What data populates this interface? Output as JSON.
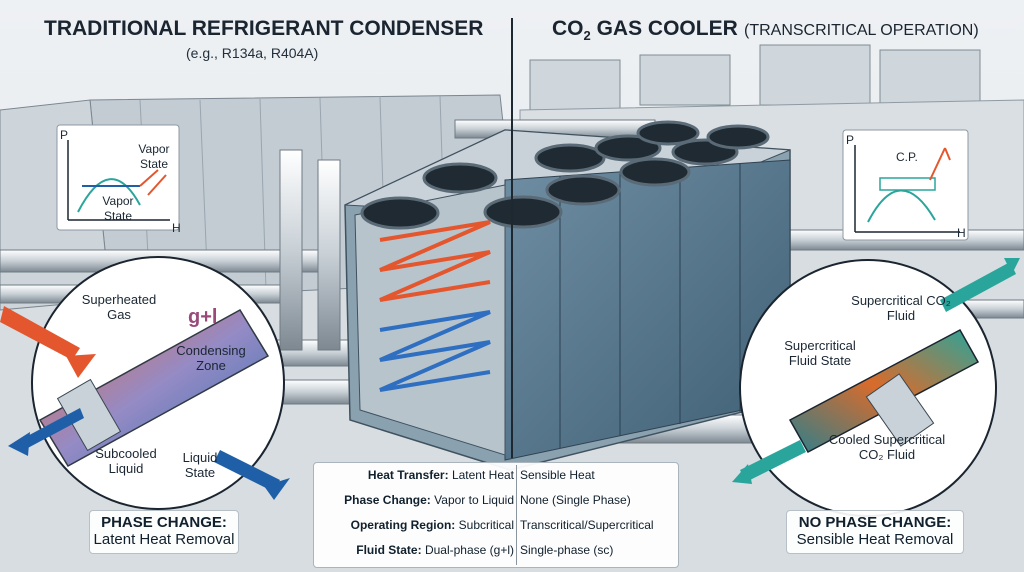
{
  "left": {
    "title": "TRADITIONAL REFRIGERANT CONDENSER",
    "subtitle": "(e.g., R134a, R404A)",
    "chart": {
      "y_axis": "P",
      "x_axis": "H",
      "label_top": "Vapor State",
      "label_bottom": "Vapor State"
    },
    "callout": {
      "superheated_gas": "Superheated Gas",
      "gl_symbol": "g+l",
      "condensing_zone": "Condensing Zone",
      "subcooled_liquid": "Subcooled Liquid",
      "liquid_state": "Liquid State"
    },
    "caption": {
      "heading": "PHASE CHANGE:",
      "body": "Latent Heat Removal"
    }
  },
  "right": {
    "title_co": "CO",
    "title_sub": "2",
    "title_rest": " GAS COOLER",
    "title_paren": "(TRANSCRITICAL OPERATION)",
    "chart": {
      "y_axis": "P",
      "x_axis": "H",
      "cp_label": "C.P."
    },
    "callout": {
      "supercritical_fluid_state": "Supercritical Fluid State",
      "supercritical_co2_fluid": "Supercritical CO₂ Fluid",
      "cooled_supercritical": "Cooled Supercritical CO₂ Fluid"
    },
    "caption": {
      "heading": "NO PHASE CHANGE:",
      "body": "Sensible Heat Removal"
    }
  },
  "comparison": [
    {
      "label": "Heat Transfer:",
      "left": "Latent Heat",
      "right": "Sensible Heat"
    },
    {
      "label": "Phase Change:",
      "left": "Vapor to Liquid",
      "right": "None (Single Phase)"
    },
    {
      "label": "Operating Region:",
      "left": "Subcritical",
      "right": "Transcritical/Supercritical"
    },
    {
      "label": "Fluid State:",
      "left": "Dual-phase (g+l)",
      "right": "Single-phase (sc)"
    }
  ],
  "colors": {
    "hot": "#e4572e",
    "cold": "#1f5fa8",
    "teal": "#1f9e98",
    "panel": "#5f7f95",
    "sky": "#dfe5ea"
  }
}
